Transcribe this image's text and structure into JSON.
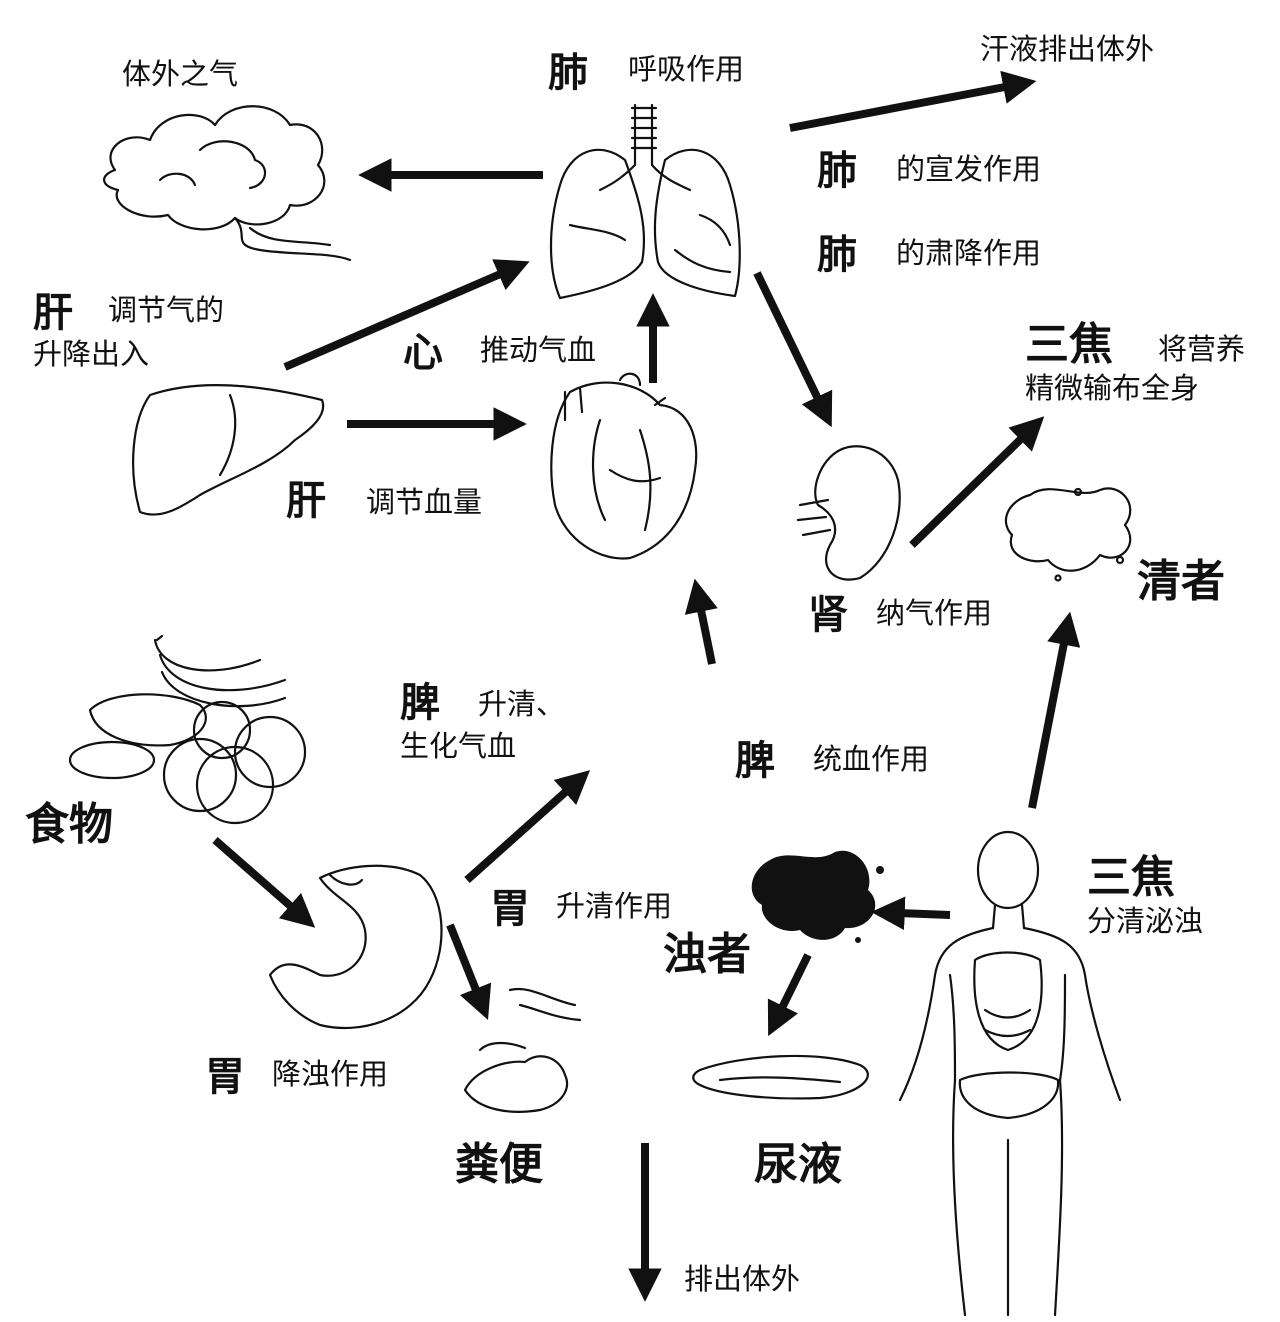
{
  "labels": {
    "outside_air": "体外之气",
    "lung": "肺",
    "lung_breath": "呼吸作用",
    "sweat": "汗液排出体外",
    "lung2": "肺",
    "lung_disperse": "的宣发作用",
    "lung3": "肺",
    "lung_descend": "的肃降作用",
    "liver1": "肝",
    "liver_qi_1": "调节气的",
    "liver_qi_2": "升降出入",
    "heart": "心",
    "heart_push": "推动气血",
    "sanjiao_top": "三焦",
    "sanjiao_nourish_1": "将营养",
    "sanjiao_nourish_2": "精微输布全身",
    "liver2": "肝",
    "liver_blood": "调节血量",
    "kidney": "肾",
    "kidney_qi": "纳气作用",
    "clear": "清者",
    "spleen1": "脾",
    "spleen_up_1": "升清、",
    "spleen_up_2": "生化气血",
    "spleen2": "脾",
    "spleen_blood": "统血作用",
    "food": "食物",
    "stomach1": "胃",
    "stomach_up": "升清作用",
    "turbid": "浊者",
    "sanjiao_bottom": "三焦",
    "sanjiao_separate": "分清泌浊",
    "stomach2": "胃",
    "stomach_down": "降浊作用",
    "feces": "粪便",
    "urine": "尿液",
    "excrete": "排出体外"
  }
}
